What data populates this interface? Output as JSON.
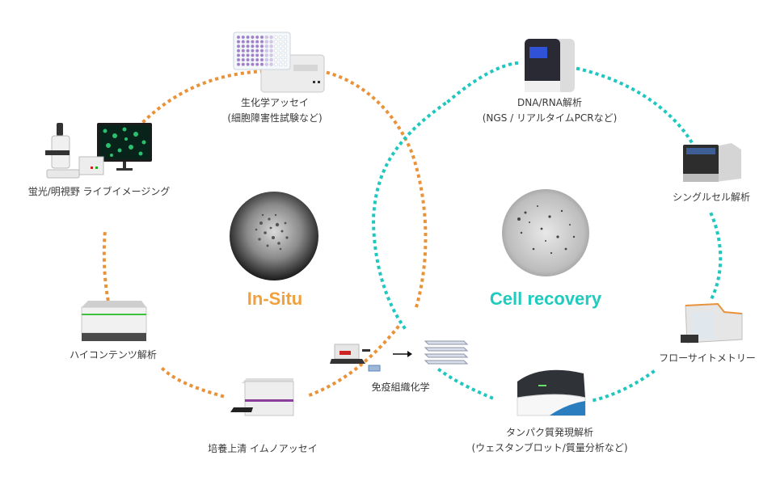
{
  "colors": {
    "in_situ": "#F0A03C",
    "cell_recovery": "#1ECBBE",
    "ring_orange": "#E8933A",
    "ring_teal": "#1FC7BF",
    "label_text": "#3a3a3a"
  },
  "hubs": {
    "in_situ": {
      "label": "In-Situ",
      "image": "cell-culture-dish-dark"
    },
    "cell_recovery": {
      "label": "Cell recovery",
      "image": "cell-culture-dish-light"
    }
  },
  "nodes": {
    "biochem": {
      "line1": "生化学アッセイ",
      "line2": "(細胞障害性試験など)",
      "device": "plate-reader-icon"
    },
    "imaging": {
      "line1": "蛍光/明視野 ライブイメージング",
      "device": "microscope-monitor-icon"
    },
    "high_content": {
      "line1": "ハイコンテンツ解析",
      "device": "high-content-imager-icon"
    },
    "immunoassay": {
      "line1": "培養上清 イムノアッセイ",
      "device": "immunoassay-reader-icon"
    },
    "ihc": {
      "line1": "免疫組織化学",
      "device": "microtome-slides-icon"
    },
    "dna_rna": {
      "line1": "DNA/RNA解析",
      "line2": "(NGS / リアルタイムPCRなど)",
      "device": "sequencer-icon"
    },
    "single_cell": {
      "line1": "シングルセル解析",
      "device": "single-cell-analyzer-icon"
    },
    "flow": {
      "line1": "フローサイトメトリー",
      "device": "flow-cytometer-icon"
    },
    "protein": {
      "line1": "タンパク質発現解析",
      "line2": "(ウェスタンブロット/質量分析など)",
      "device": "protein-analyzer-icon"
    }
  }
}
